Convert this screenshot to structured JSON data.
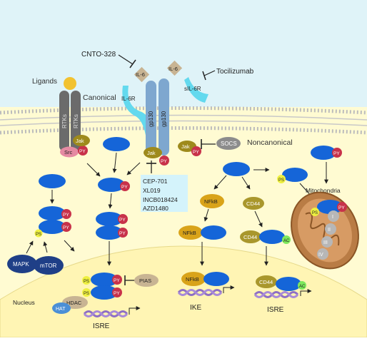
{
  "colors": {
    "extracellular": "#dff3f8",
    "cytoplasm": "#fffbd2",
    "nucleus": "#fff5b4",
    "stat_blue": "#1565d8",
    "py_red": "#c8324a",
    "ps_yellow": "#eef040",
    "jak_olive": "#9e8a1c",
    "il6_tan": "#c8b493",
    "gp130_blue": "#7ea7cf",
    "il6r_cyan": "#63d9ee",
    "rtk_gray": "#6b6b6b",
    "src_pink": "#e58aa2",
    "nfkb_orange": "#d9a319",
    "cd44_khaki": "#a9972c",
    "ac_green": "#7ee85c",
    "mapk_navy": "#1f3f87",
    "dna_purple": "#8e6fc4",
    "mito_brown": "#b97c45",
    "inhibitor_box": "#d4f3fb"
  },
  "labels": {
    "ligands": "Ligands",
    "canonical": "Canonical",
    "noncanonical": "Noncanonical",
    "mitochondria": "Mitochondria",
    "nucleus": "Nucleus"
  },
  "receptor": {
    "cnto": "CNTO-328",
    "tocilizumab": "Tocilizumab",
    "il6": "IL-6",
    "il6r": "IL-6R",
    "sil6r": "sIL-6R",
    "gp130": "gp130"
  },
  "rtk": {
    "rtks": "RTKs",
    "src": "Src"
  },
  "kinases": {
    "jak": "Jak",
    "socs": "SOCS",
    "pias": "PIAS"
  },
  "tags": {
    "py": "PY",
    "ps": "PS",
    "ac": "AC"
  },
  "inhibitors": [
    "CEP-701",
    "XL019",
    "INCB018424",
    "AZD1480"
  ],
  "signaling": {
    "mapk": "MAPK",
    "mtor": "mTOR",
    "nfkb": "NFkB",
    "cd44": "CD44",
    "hat": "HAT",
    "hdac": "HDAC"
  },
  "mito_complexes": [
    "I",
    "II",
    "III",
    "IV"
  ],
  "promoters": {
    "isre": "ISRE",
    "ike": "IKE"
  }
}
